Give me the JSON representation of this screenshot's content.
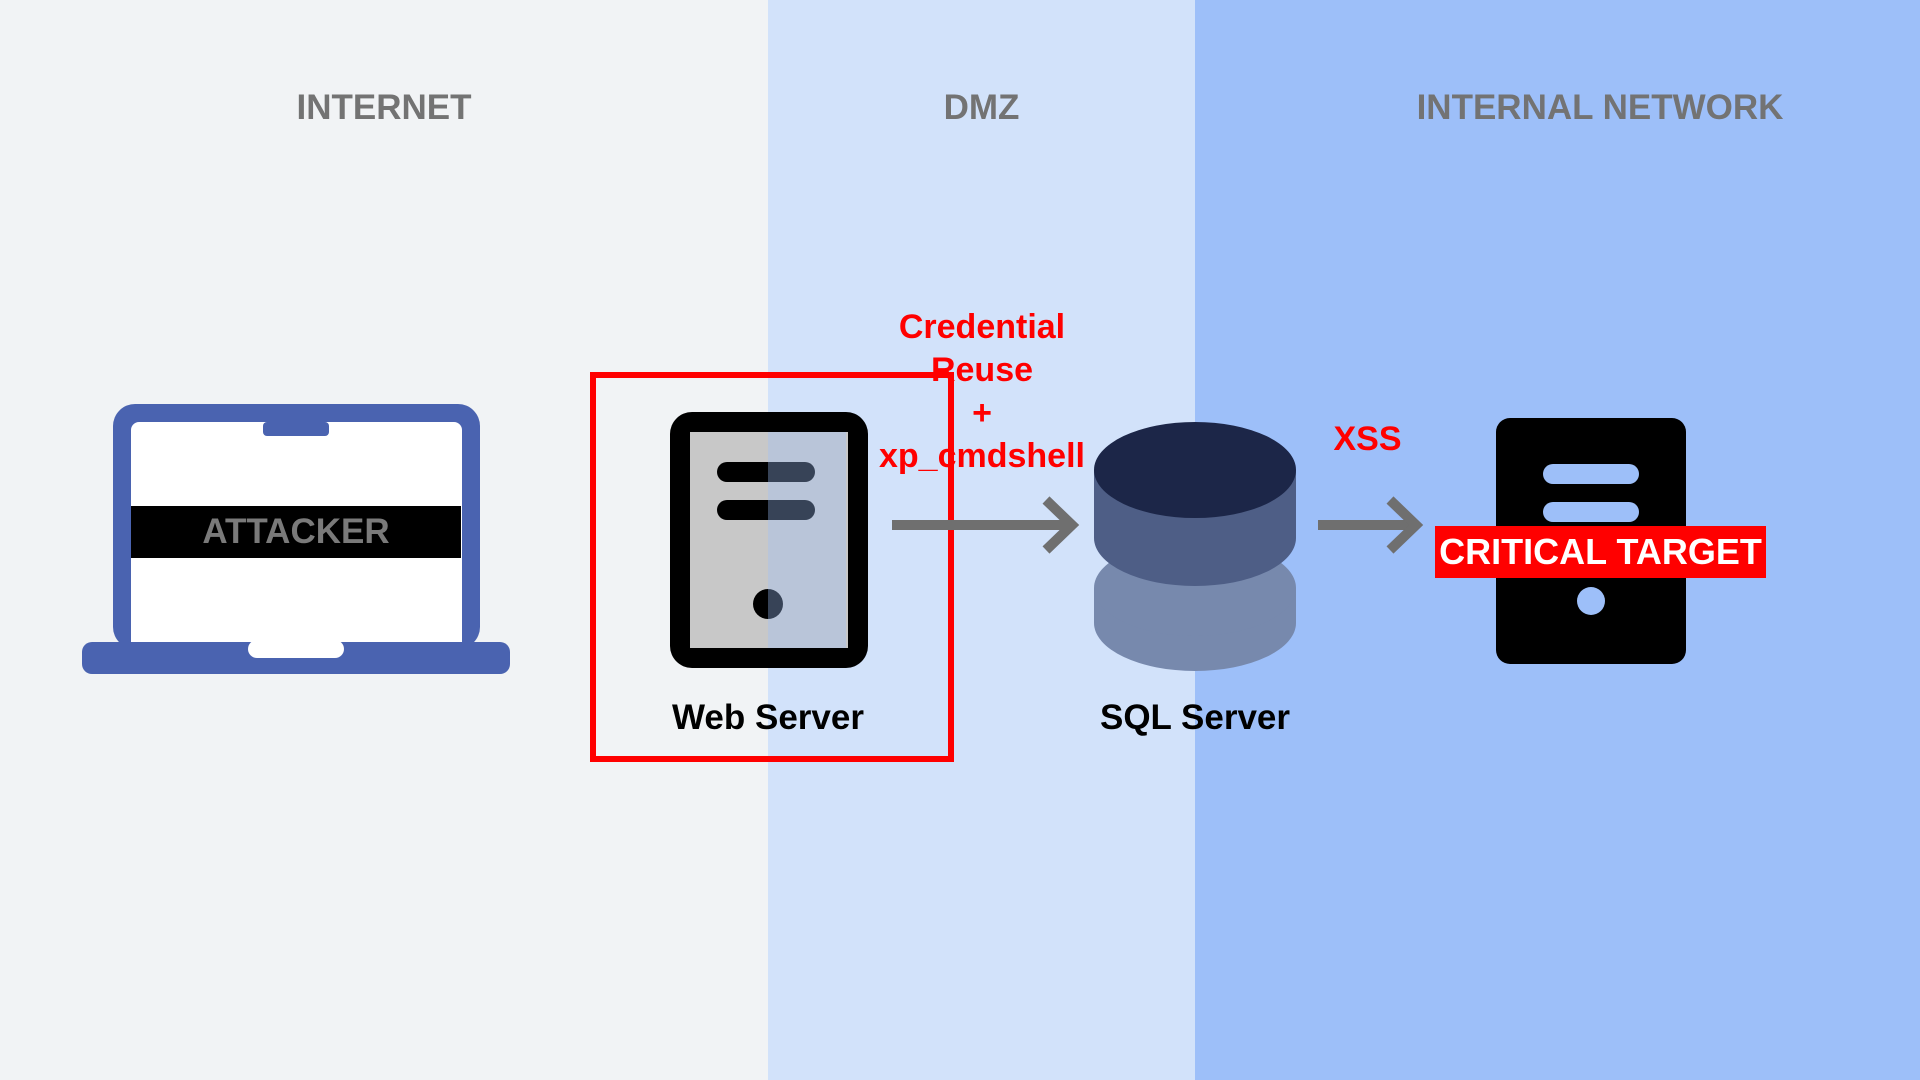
{
  "colors": {
    "zone_internet": "#f1f3f5",
    "zone_dmz": "#d2e2fa",
    "zone_internal": "#9dbff9",
    "zone_label": "#737373",
    "laptop_frame": "#4a63b0",
    "attacker_text": "#7a7a7a",
    "server_body": "#000000",
    "server_face": "#c8c8c8",
    "db_top": "#1c2648",
    "db_mid": "#4e5e86",
    "db_bottom": "#7789ad",
    "arrow": "#6f6f6f",
    "edge_label": "#ff0000",
    "critical_server_accent": "#9dbff9",
    "critical_badge_bg": "#ff0000",
    "critical_badge_text": "#ffffff",
    "highlight_box": "#ff0000",
    "device_label": "#000000"
  },
  "zones": {
    "internet": "INTERNET",
    "dmz": "DMZ",
    "internal": "INTERNAL NETWORK"
  },
  "nodes": {
    "attacker": {
      "label": "ATTACKER",
      "icon": "laptop-icon"
    },
    "web_server": {
      "label": "Web Server",
      "icon": "server-icon"
    },
    "sql_server": {
      "label": "SQL Server",
      "icon": "database-icon"
    },
    "critical_target": {
      "label": "CRITICAL TARGET",
      "icon": "server-icon"
    }
  },
  "edges": {
    "web_to_sql": {
      "line1": "Credential",
      "line2": "Reuse",
      "line3": "+",
      "line4": "xp_cmdshell"
    },
    "sql_to_target": {
      "label": "XSS"
    }
  }
}
